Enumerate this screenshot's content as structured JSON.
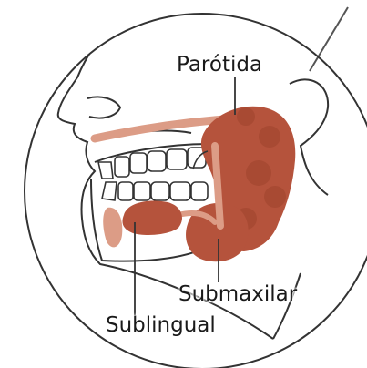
{
  "labels": {
    "parotid": "Parótida",
    "submandibular": "Submaxilar",
    "sublingual": "Sublingual"
  },
  "colors": {
    "gland": "#b5533c",
    "gland_dark": "#8e3a27",
    "duct": "#dc9c86",
    "outline": "#333333",
    "background": "#ffffff"
  }
}
